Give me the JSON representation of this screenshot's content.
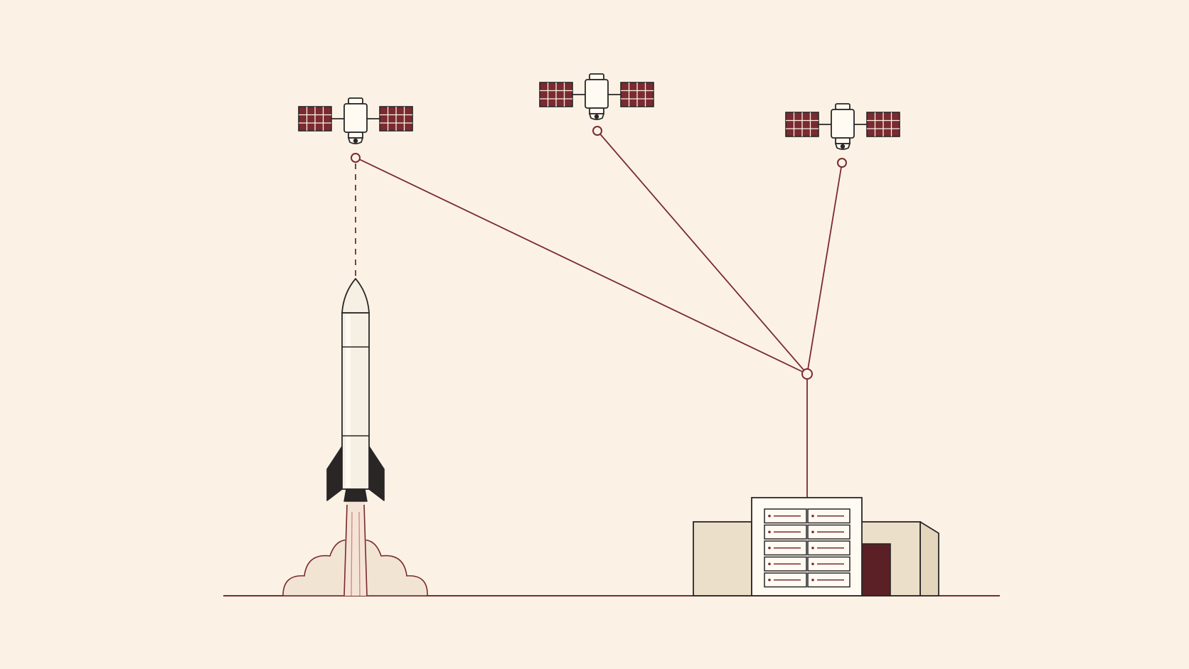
{
  "colors": {
    "background": "#fbf2e5",
    "maroon": "#7a2a30",
    "maroon_dark": "#5b1f26",
    "ink": "#2a2626",
    "panel_fill": "#7a2a30",
    "body_fill": "#fffaf2",
    "rocket_body": "#f5efe4",
    "building_fill": "#ebdfc9",
    "smoke_fill": "#f2e4d3"
  },
  "icons": {
    "satellite": "satellite-icon",
    "rocket": "rocket-icon",
    "building": "data-center-building-icon",
    "relay_node": "relay-node-icon"
  },
  "diagram": {
    "satellites": [
      {
        "id": "satellite-left",
        "connects_to": "relay-node"
      },
      {
        "id": "satellite-middle",
        "connects_to": "relay-node"
      },
      {
        "id": "satellite-right",
        "connects_to": "relay-node"
      }
    ],
    "rocket": {
      "id": "rocket",
      "link": "satellite-left",
      "link_style": "dashed"
    },
    "relay_node": {
      "id": "relay-node",
      "connects_to": "ground-station"
    },
    "ground_station": {
      "id": "ground-station",
      "server_units": 10
    }
  }
}
